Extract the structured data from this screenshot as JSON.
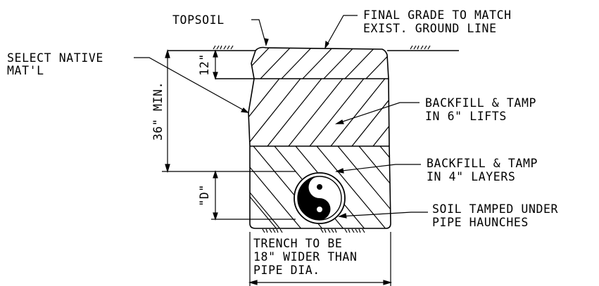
{
  "labels": {
    "topsoil": "TOPSOIL",
    "final_grade_1": "FINAL GRADE TO MATCH",
    "final_grade_2": "EXIST. GROUND LINE",
    "select_native_1": "SELECT NATIVE",
    "select_native_2": "MAT'L",
    "backfill_lifts_1": "BACKFILL & TAMP",
    "backfill_lifts_2": "IN 6\" LIFTS",
    "backfill_layers_1": "BACKFILL & TAMP",
    "backfill_layers_2": "IN 4\" LAYERS",
    "soil_tamped_1": "SOIL TAMPED UNDER",
    "soil_tamped_2": "PIPE HAUNCHES",
    "trench_1": "TRENCH TO BE",
    "trench_2": "18\" WIDER THAN",
    "trench_3": "PIPE DIA."
  },
  "dimensions": {
    "topsoil_depth": "12\"",
    "min_cover": "36\" MIN.",
    "pipe_dia": "\"D\""
  },
  "colors": {
    "ink": "#000000",
    "background": "#ffffff"
  }
}
